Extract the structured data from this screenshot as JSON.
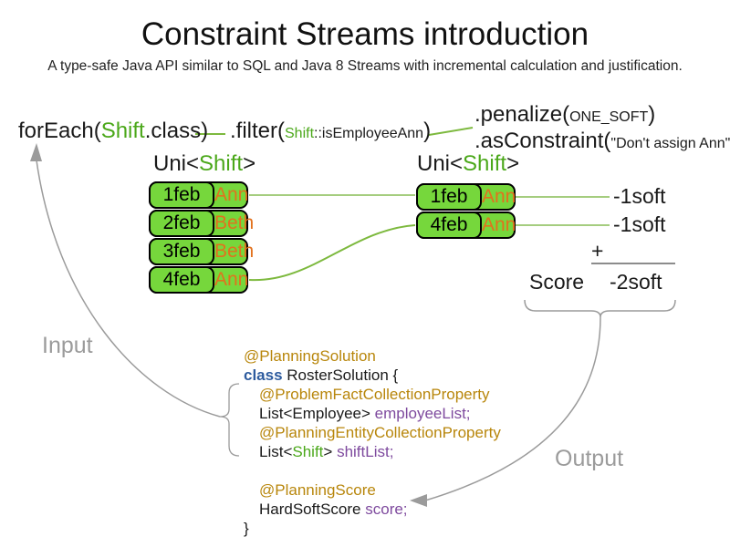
{
  "header": {
    "title": "Constraint Streams introduction",
    "subtitle": "A type-safe Java API similar to SQL and Java 8 Streams with incremental calculation and justification."
  },
  "pipeline": {
    "foreach": {
      "pre": "forEach(",
      "type": "Shift",
      "post": ".class)"
    },
    "filter": {
      "pre": ".filter(",
      "type": "Shift",
      "method_ref": "::isEmployeeAnn",
      "post": ")"
    },
    "penalize": {
      "pre": ".penalize(",
      "arg": "ONE_SOFT",
      "post": ")"
    },
    "as_constraint": {
      "pre": ".asConstraint(",
      "arg": "\"Don't assign Ann\"",
      "post": ")"
    }
  },
  "left_stream": {
    "label": {
      "pre": "Uni<",
      "type": "Shift",
      "post": ">"
    },
    "rows": [
      {
        "date": "1feb",
        "name": "Ann"
      },
      {
        "date": "2feb",
        "name": "Beth"
      },
      {
        "date": "3feb",
        "name": "Beth"
      },
      {
        "date": "4feb",
        "name": "Ann"
      }
    ]
  },
  "right_stream": {
    "label": {
      "pre": "Uni<",
      "type": "Shift",
      "post": ">"
    },
    "rows": [
      {
        "date": "1feb",
        "name": "Ann",
        "penalty": "-1soft"
      },
      {
        "date": "4feb",
        "name": "Ann",
        "penalty": "-1soft"
      }
    ]
  },
  "score_summary": {
    "plus": "+",
    "label": "Score",
    "value": "-2soft"
  },
  "flow_labels": {
    "input": "Input",
    "output": "Output"
  },
  "code": {
    "anno_solution": "@PlanningSolution",
    "kw_class": "class",
    "class_decl": " RosterSolution {",
    "anno_problem_fact": "@ProblemFactCollectionProperty",
    "employee_type": "List<Employee> ",
    "employee_field": "employeeList;",
    "anno_planning_entity": "@PlanningEntityCollectionProperty",
    "shift_type_pre": "List<",
    "shift_type": "Shift",
    "shift_type_post": "> ",
    "shift_field": "shiftList;",
    "anno_planning_score": "@PlanningScore",
    "score_type": "HardSoftScore ",
    "score_field": "score;",
    "closing_brace": "}"
  },
  "colors": {
    "box_green": "#76D73C",
    "text_green": "#4BA81A",
    "line_green_dark": "#7DB93E",
    "line_green_light": "#A5CD7F",
    "name_orange": "#E2711D",
    "annotation_gold": "#B8860B",
    "keyword_blue": "#2D5B9E",
    "field_purple": "#7E4A9E",
    "flow_gray": "#9B9B9B"
  }
}
